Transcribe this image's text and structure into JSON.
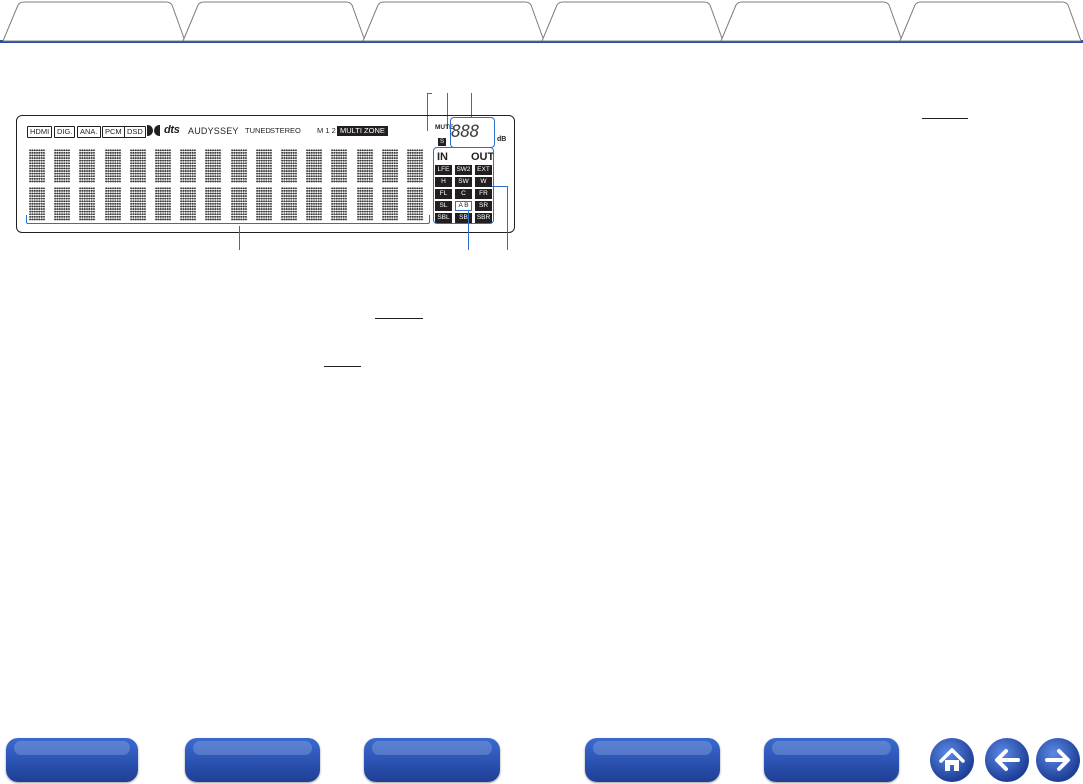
{
  "top_tabs": [
    "",
    "",
    "",
    "",
    "",
    ""
  ],
  "display_indicators": {
    "hdmi": "HDMI",
    "dig": "DIG.",
    "ana": "ANA.",
    "pcm": "PCM",
    "dsd": "DSD",
    "dts": "dts",
    "audyssey": "AUDYSSEY",
    "tuned": "TUNED",
    "stereo": "STEREO",
    "m12": "M 1 2",
    "multi_zone": "MULTI ZONE"
  },
  "volume": {
    "mute": "MUTE",
    "s": "S",
    "digits": "888",
    "unit": "dB"
  },
  "io": {
    "in_label": "IN",
    "out_label": "OUT",
    "channels": [
      "LFE",
      "SW2",
      "EXT",
      "H",
      "SW",
      "W",
      "FL",
      "C",
      "FR",
      "SL",
      "A B",
      "SR",
      "SBL",
      "SB",
      "SBR"
    ]
  },
  "colors": {
    "accent_blue": "#2e6fc8",
    "nav_blue": "#1f3f96",
    "tab_border": "#2b4c9e"
  },
  "bottom_nav": {
    "buttons": [
      "",
      "",
      "",
      "",
      ""
    ],
    "icons": [
      "home-icon",
      "back-arrow-icon",
      "forward-arrow-icon"
    ]
  }
}
